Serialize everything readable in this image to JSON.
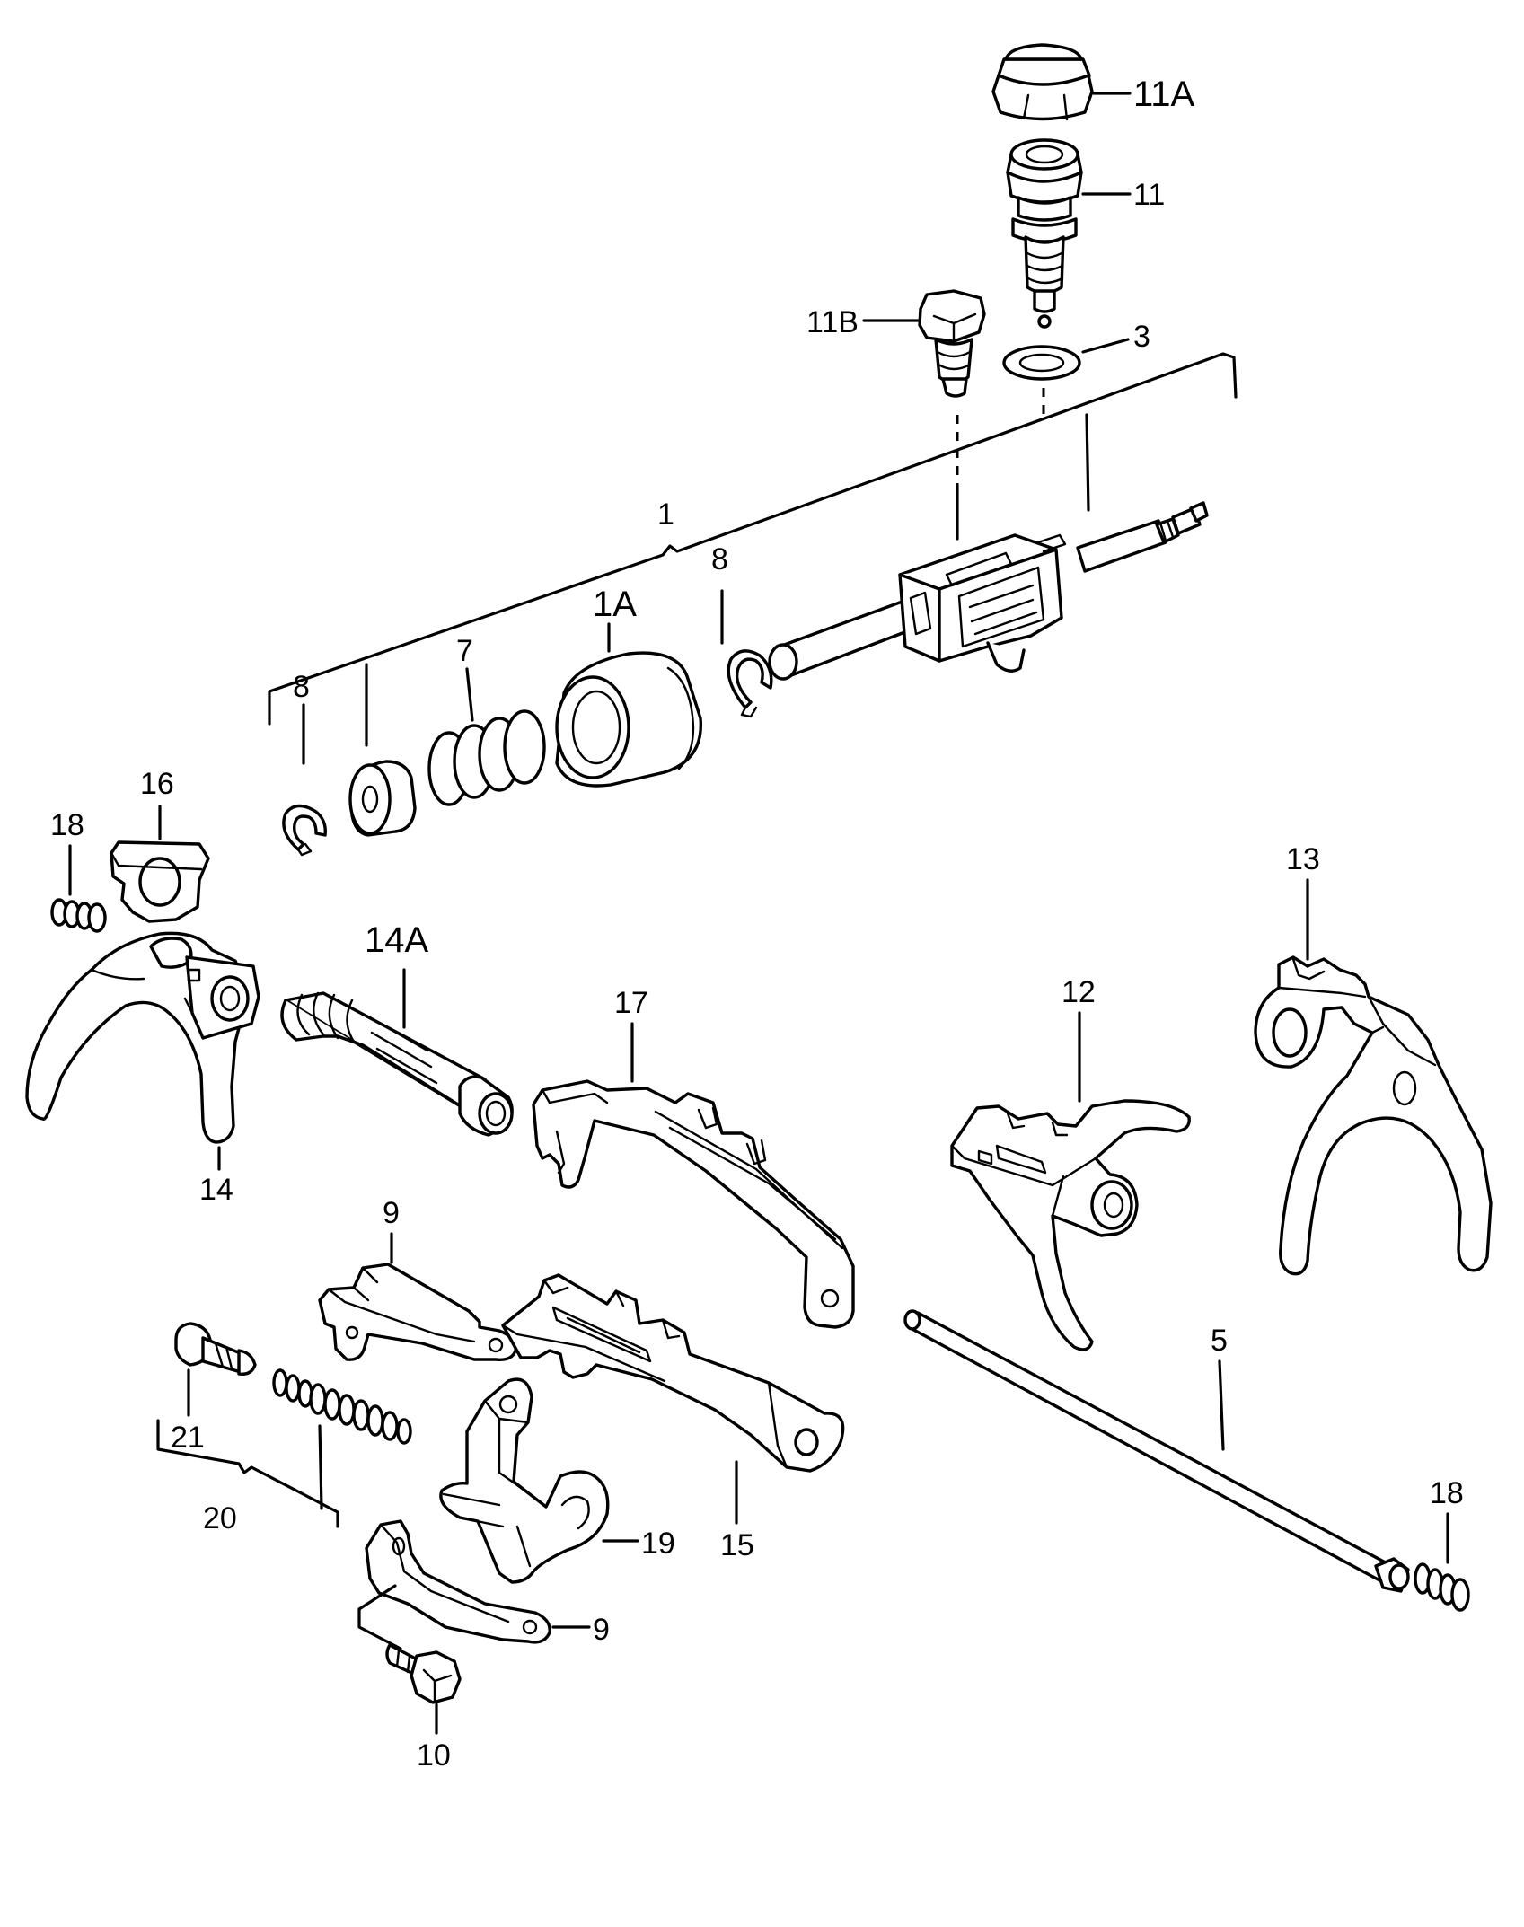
{
  "callouts": {
    "c11A": "11A",
    "c11": "11",
    "c11B": "11B",
    "c3": "3",
    "c1": "1",
    "c1A": "1A",
    "c8a": "8",
    "c8b": "8",
    "c7": "7",
    "c16": "16",
    "c18a": "18",
    "c14A": "14A",
    "c14": "14",
    "c17": "17",
    "c12": "12",
    "c13": "13",
    "c9a": "9",
    "c21": "21",
    "c20": "20",
    "c15": "15",
    "c19": "19",
    "c9b": "9",
    "c10": "10",
    "c5": "5",
    "c18b": "18"
  },
  "icons": {
    "cap_nut": "cap-nut-icon",
    "switch": "switch-icon",
    "bolt": "bolt-icon",
    "washer": "washer-icon",
    "shift_rod": "shift-rod-icon",
    "fork": "shift-fork-icon",
    "spring": "spring-icon",
    "circlip": "circlip-icon"
  },
  "colors": {
    "ink": "#000000",
    "paper": "#ffffff"
  }
}
